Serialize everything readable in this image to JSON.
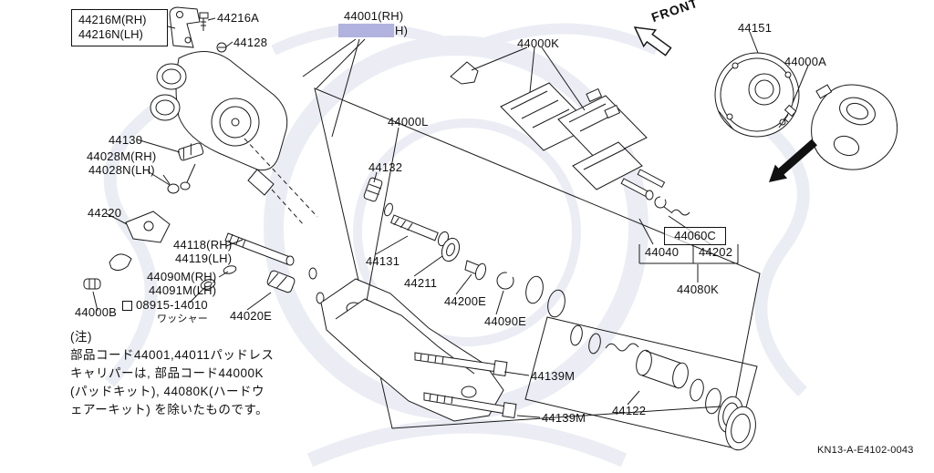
{
  "highlight_color": "#b2b2de",
  "front_label": "FRONT",
  "footer_code": "KN13-A-E4102-0043",
  "labels": {
    "l44216m": "44216M(RH)",
    "l44216n": "44216N(LH)",
    "l44216a": "44216A",
    "l44128": "44128",
    "l44001_line1": "44001(RH)",
    "l44001_line2_visible": "H)",
    "l44000k": "44000K",
    "l44151": "44151",
    "l44000a": "44000A",
    "l44000l": "44000L",
    "l44130": "44130",
    "l44028m": "44028M(RH)",
    "l44028n": "44028N(LH)",
    "l44132": "44132",
    "l44220": "44220",
    "l44118": "44118(RH)",
    "l44119": "44119(LH)",
    "l44090m": "44090M(RH)",
    "l44091m": "44091M(LH)",
    "l08915": "08915-14010",
    "l_washer_jp": "ワッシャー",
    "l44000b": "44000B",
    "l44020e": "44020E",
    "l44131": "44131",
    "l44211": "44211",
    "l44200e": "44200E",
    "l44090e": "44090E",
    "l44060c": "44060C",
    "l44040": "44040",
    "l44202": "44202",
    "l44080k": "44080K",
    "l44139m_a": "44139M",
    "l44139m_b": "44139M",
    "l44122": "44122"
  },
  "note": {
    "line1": "(注)",
    "line2": "部品コード44001,44011パッドレス",
    "line3": "キャリパーは, 部品コード44000K",
    "line4": "(パッドキット), 44080K(ハードウ",
    "line5": "ェアーキット) を除いたものです。"
  }
}
